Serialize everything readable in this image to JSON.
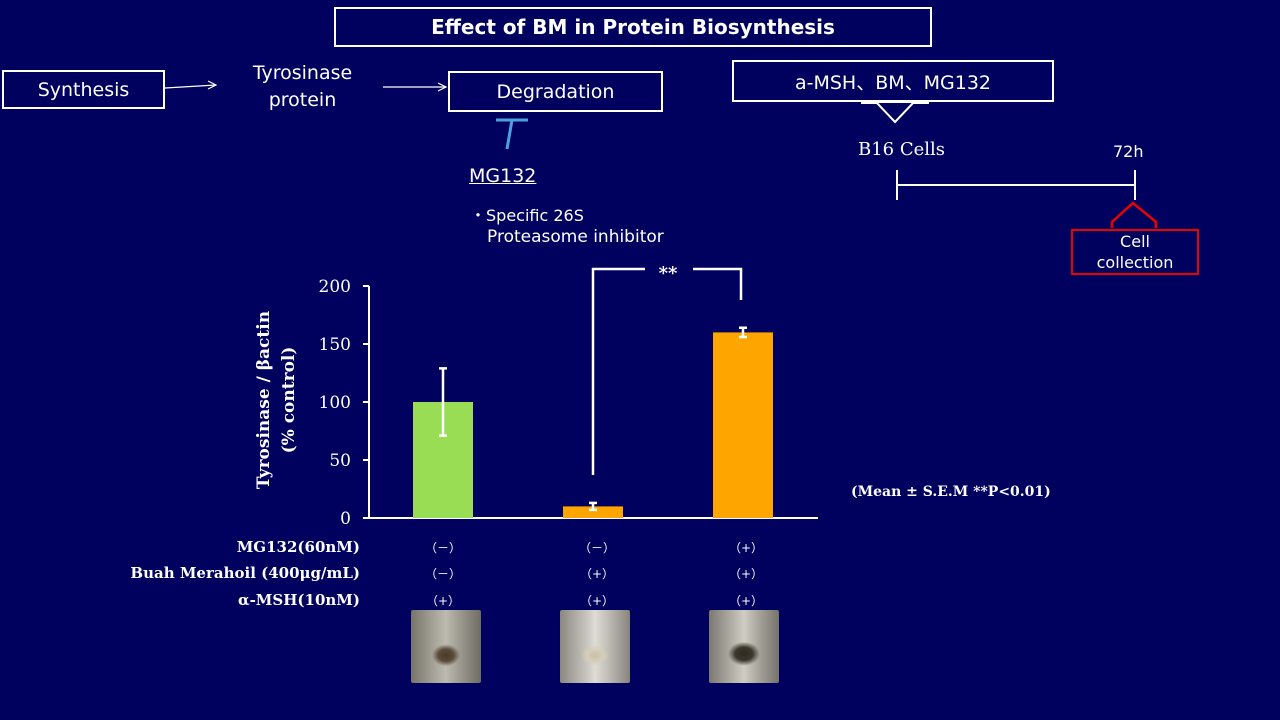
{
  "slide": {
    "title": "Effect of BM in Protein Biosynthesis",
    "pathway": {
      "synthesis": "Synthesis",
      "protein_line1": "Tyrosinase",
      "protein_line2": "protein",
      "degradation": "Degradation"
    },
    "inhibitor": {
      "name": "MG132",
      "desc_line1": "・Specific 26S",
      "desc_line2": "Proteasome inhibitor"
    },
    "protocol": {
      "treatment": "a-MSH、BM、MG132",
      "cells": "B16 Cells",
      "time": "72h",
      "collection_line1": "Cell",
      "collection_line2": "collection"
    },
    "stats_note": "(Mean ± S.E.M **P<0.01)",
    "conditions": {
      "rows": [
        {
          "label": "MG132(60nM)",
          "values": [
            "（－）",
            "（－）",
            "（+）"
          ]
        },
        {
          "label": "Buah Merahoil  (400μg/mL)",
          "values": [
            "（－）",
            "（+）",
            "（+）"
          ]
        },
        {
          "label": "α-MSH(10nM)",
          "values": [
            "（+）",
            "（+）",
            "（+）"
          ]
        }
      ]
    }
  },
  "chart_data": {
    "type": "bar",
    "categories": [
      "",
      "",
      ""
    ],
    "values": [
      100,
      10,
      160
    ],
    "errors": [
      29,
      3,
      4
    ],
    "ylabel_line1": "Tyrosinase / βactin",
    "ylabel_line2": "(% control)",
    "ylim": [
      0,
      200
    ],
    "yticks": [
      0,
      50,
      100,
      150,
      200
    ],
    "bar_colors": [
      "#99dd55",
      "#ffa500",
      "#ffa500"
    ],
    "significance": {
      "from": 1,
      "to": 2,
      "label": "**"
    },
    "grid": false
  },
  "colors": {
    "background": "#00005e",
    "foreground": "#ffffff",
    "inhibit_mark": "#4aa3df",
    "collection_border": "#ee0000"
  }
}
